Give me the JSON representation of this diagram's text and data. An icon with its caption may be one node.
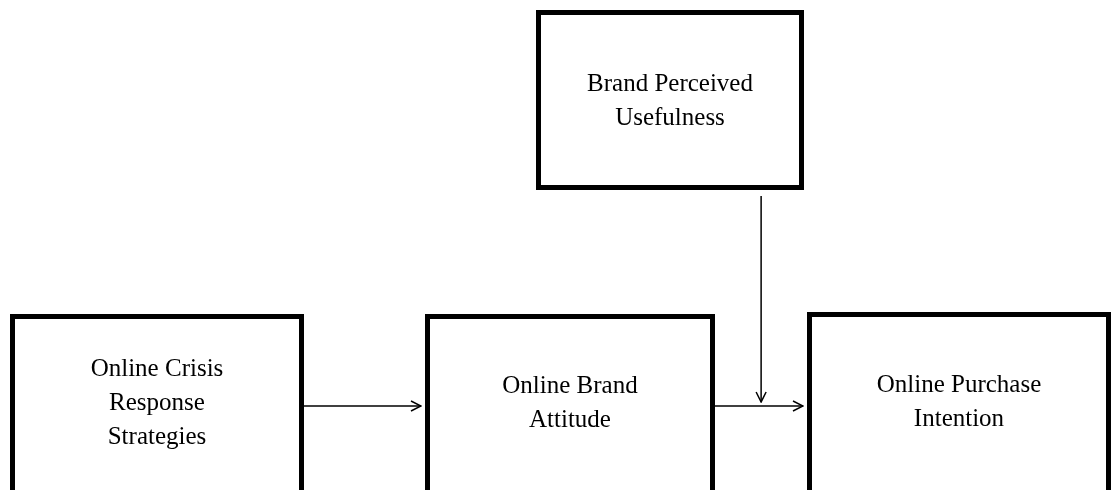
{
  "diagram": {
    "nodes": [
      {
        "text": [
          "Online Crisis Response Strategies"
        ]
      },
      {
        "text": [
          "Online Brand Attitude"
        ]
      },
      {
        "text": [
          "Online Purchase Intention"
        ]
      },
      {
        "text": [
          "Brand Perceived Usefulness"
        ]
      }
    ],
    "edges": [
      {
        "from": 0,
        "to": 1,
        "arrow": "to"
      },
      {
        "from": 1,
        "to": 2,
        "arrow": "to"
      },
      {
        "from": 3,
        "to": null,
        "arrow": "to"
      }
    ]
  }
}
